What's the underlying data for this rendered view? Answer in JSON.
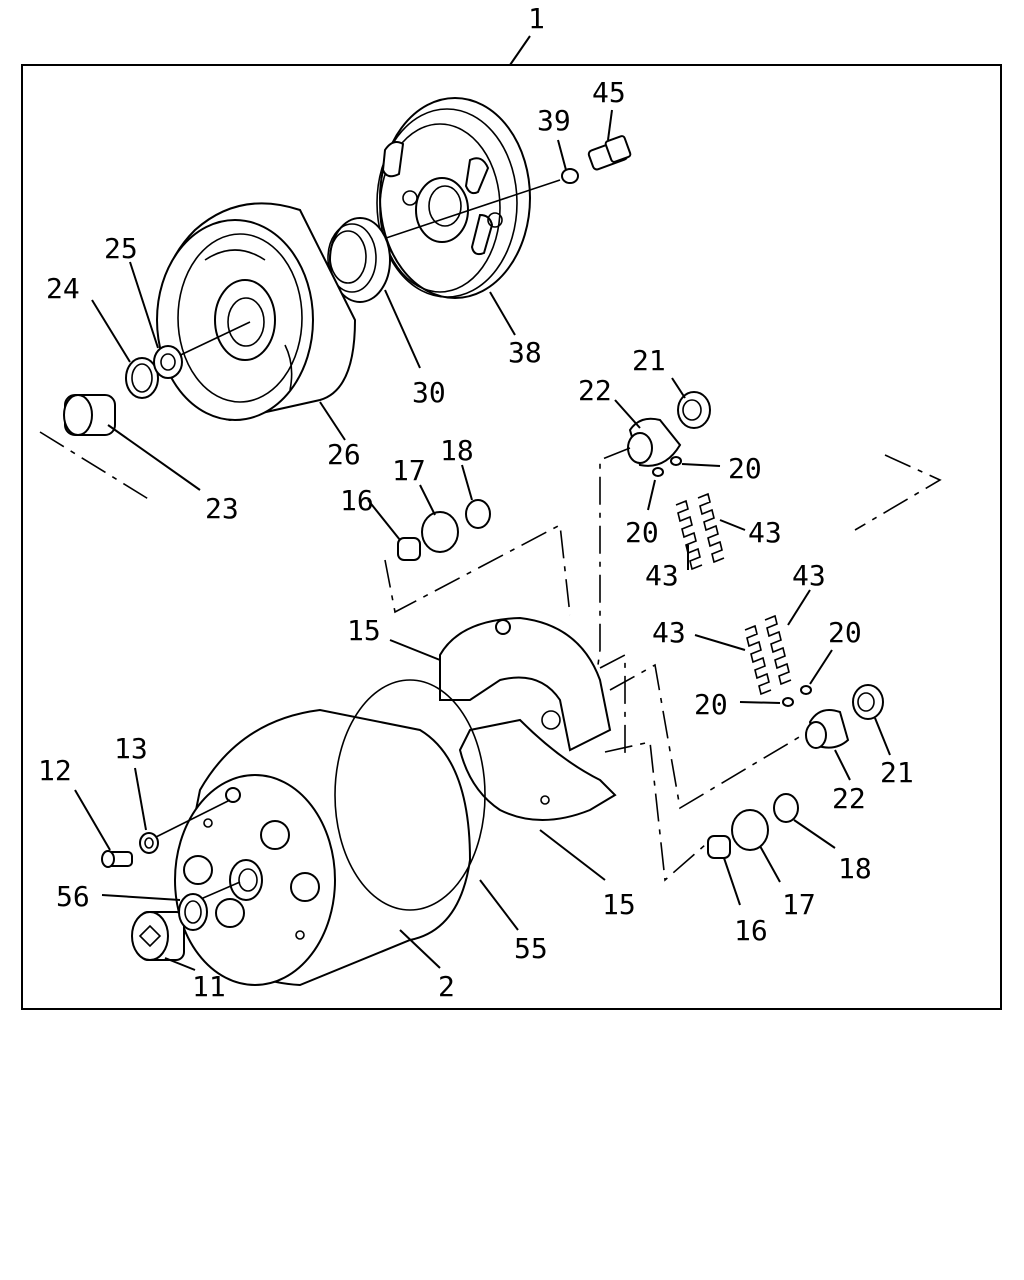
{
  "labels": {
    "p1": "1",
    "p2": "2",
    "p11": "11",
    "p12": "12",
    "p13": "13",
    "p15a": "15",
    "p15b": "15",
    "p16a": "16",
    "p16b": "16",
    "p17a": "17",
    "p17b": "17",
    "p18a": "18",
    "p18b": "18",
    "p20a": "20",
    "p20b": "20",
    "p20c": "20",
    "p20d": "20",
    "p21a": "21",
    "p21b": "21",
    "p22a": "22",
    "p22b": "22",
    "p23": "23",
    "p24": "24",
    "p25": "25",
    "p26": "26",
    "p30": "30",
    "p38": "38",
    "p39": "39",
    "p43a": "43",
    "p43b": "43",
    "p43c": "43",
    "p43d": "43",
    "p45": "45",
    "p55": "55",
    "p56": "56"
  }
}
